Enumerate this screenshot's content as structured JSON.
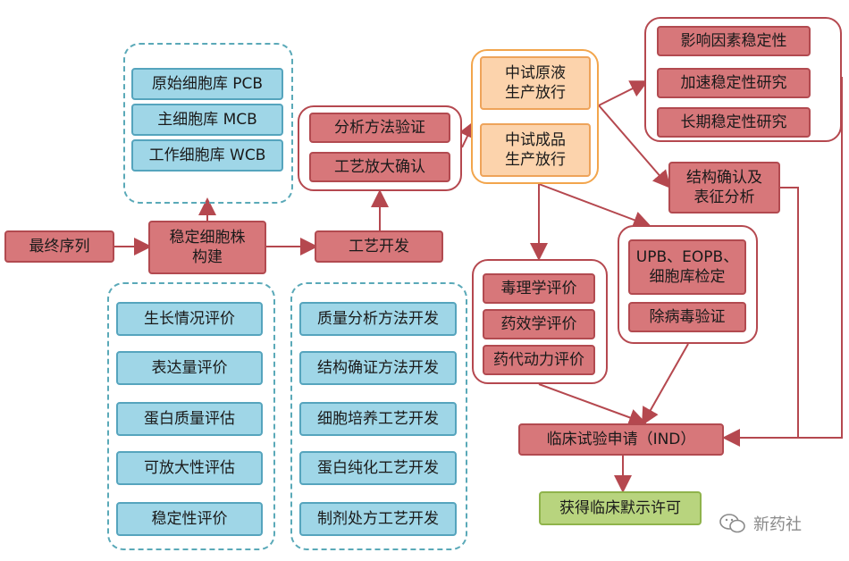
{
  "start": "最终序列",
  "cell_line": "稳定细胞株构建",
  "process_dev": "工艺开发",
  "cell_banks": [
    "原始细胞库 PCB",
    "主细胞库 MCB",
    "工作细胞库 WCB"
  ],
  "cell_line_evals": [
    "生长情况评价",
    "表达量评价",
    "蛋白质量评估",
    "可放大性评估",
    "稳定性评价"
  ],
  "process_sub": [
    "质量分析方法开发",
    "结构确证方法开发",
    "细胞培养工艺开发",
    "蛋白纯化工艺开发",
    "制剂处方工艺开发"
  ],
  "validation": [
    "分析方法验证",
    "工艺放大确认"
  ],
  "pilot_release": [
    "中试原液生产放行",
    "中试成品生产放行"
  ],
  "stability": [
    "影响因素稳定性",
    "加速稳定性研究",
    "长期稳定性研究"
  ],
  "characterization": "结构确认及表征分析",
  "preclinical": [
    "毒理学评价",
    "药效学评价",
    "药代动力评价"
  ],
  "safety": [
    "UPB、EOPB、细胞库检定",
    "除病毒验证"
  ],
  "ind": "临床试验申请（IND）",
  "approval": "获得临床默示许可",
  "watermark": "新药社",
  "colors": {
    "arrow": "#b5484f"
  }
}
